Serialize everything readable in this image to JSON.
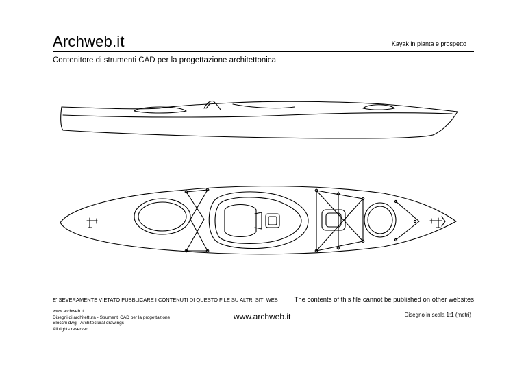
{
  "header": {
    "brand": "Archweb.it",
    "doc_title": "Kayak in pianta e prospetto",
    "tagline": "Contenitore di strumenti CAD per la progettazione architettonica"
  },
  "footer": {
    "warning_it": "E' SEVERAMENTE VIETATO PUBBLICARE I CONTENUTI DI QUESTO FILE SU ALTRI SITI WEB",
    "warning_en": "The contents of this file cannot be published on other websites",
    "credits": [
      "www.archweb.it",
      "Disegni di architettura - Strumenti CAD  per la progettazione",
      "Blocchi dwg - Architectural drawings",
      "All rights reserved"
    ],
    "site": "www.archweb.it",
    "scale": "Disegno in scala 1:1 (metri)"
  },
  "drawing": {
    "line_color": "#000000",
    "views": [
      "side-elevation",
      "plan"
    ]
  }
}
